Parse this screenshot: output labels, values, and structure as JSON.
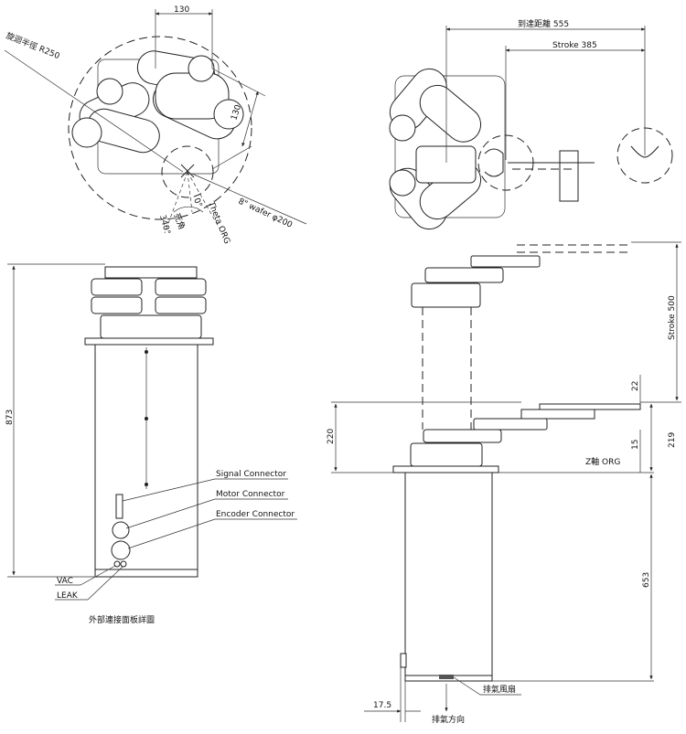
{
  "top_left_view": {
    "dim_130_top": "130",
    "dim_130_side": "130",
    "radius_label": "旋迴半徑 R250",
    "wafer_label": "8\" wafer φ200",
    "theta_label": "Theta ORG",
    "angle_0": "0°",
    "angle_340": "340°",
    "dead_angle": "死角"
  },
  "top_right_view": {
    "reach_label": "到達距離 555",
    "stroke_label": "Stroke 385"
  },
  "side_left_view": {
    "height_873": "873",
    "signal_connector": "Signal Connector",
    "motor_connector": "Motor Connector",
    "encoder_connector": "Encoder Connector",
    "vac": "VAC",
    "leak": "LEAK",
    "panel_caption": "外部連接面板詳圖"
  },
  "side_right_view": {
    "stroke_500": "Stroke 500",
    "dim_22": "22",
    "dim_220": "220",
    "dim_219": "219",
    "dim_15": "15",
    "z_org": "Z軸  ORG",
    "dim_653": "653",
    "exhaust_fan": "排氣風扇",
    "exhaust_dir": "排氣方向",
    "dim_17_5": "17.5"
  }
}
